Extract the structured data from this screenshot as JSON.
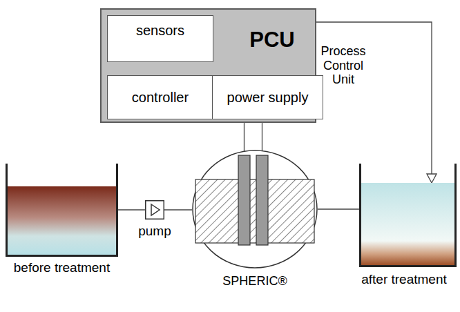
{
  "diagram": {
    "nodes": [
      {
        "text": [
          "PCU",
          "Process Control Unit"
        ]
      },
      {
        "text": [
          "sensors"
        ],
        "in": 0
      },
      {
        "text": [
          "controller"
        ],
        "in": 0
      },
      {
        "text": [
          "power supply"
        ],
        "in": 0
      },
      {
        "text": [
          "before treatment"
        ]
      },
      {
        "text": [
          "pump"
        ]
      },
      {
        "text": [
          "SPHERIC®"
        ]
      },
      {
        "text": [
          "after treatment"
        ]
      }
    ],
    "edges": [
      {
        "from": 1,
        "to": 2,
        "arrow": "none"
      },
      {
        "from": 2,
        "to": 3,
        "arrow": "none"
      },
      {
        "from": 1,
        "to": 7,
        "arrow": "to"
      },
      {
        "from": 3,
        "to": 6,
        "arrow": "none"
      },
      {
        "from": 4,
        "to": 5,
        "arrow": "none"
      },
      {
        "from": 5,
        "to": 6,
        "arrow": "none"
      },
      {
        "from": 6,
        "to": 7,
        "arrow": "none"
      }
    ]
  }
}
